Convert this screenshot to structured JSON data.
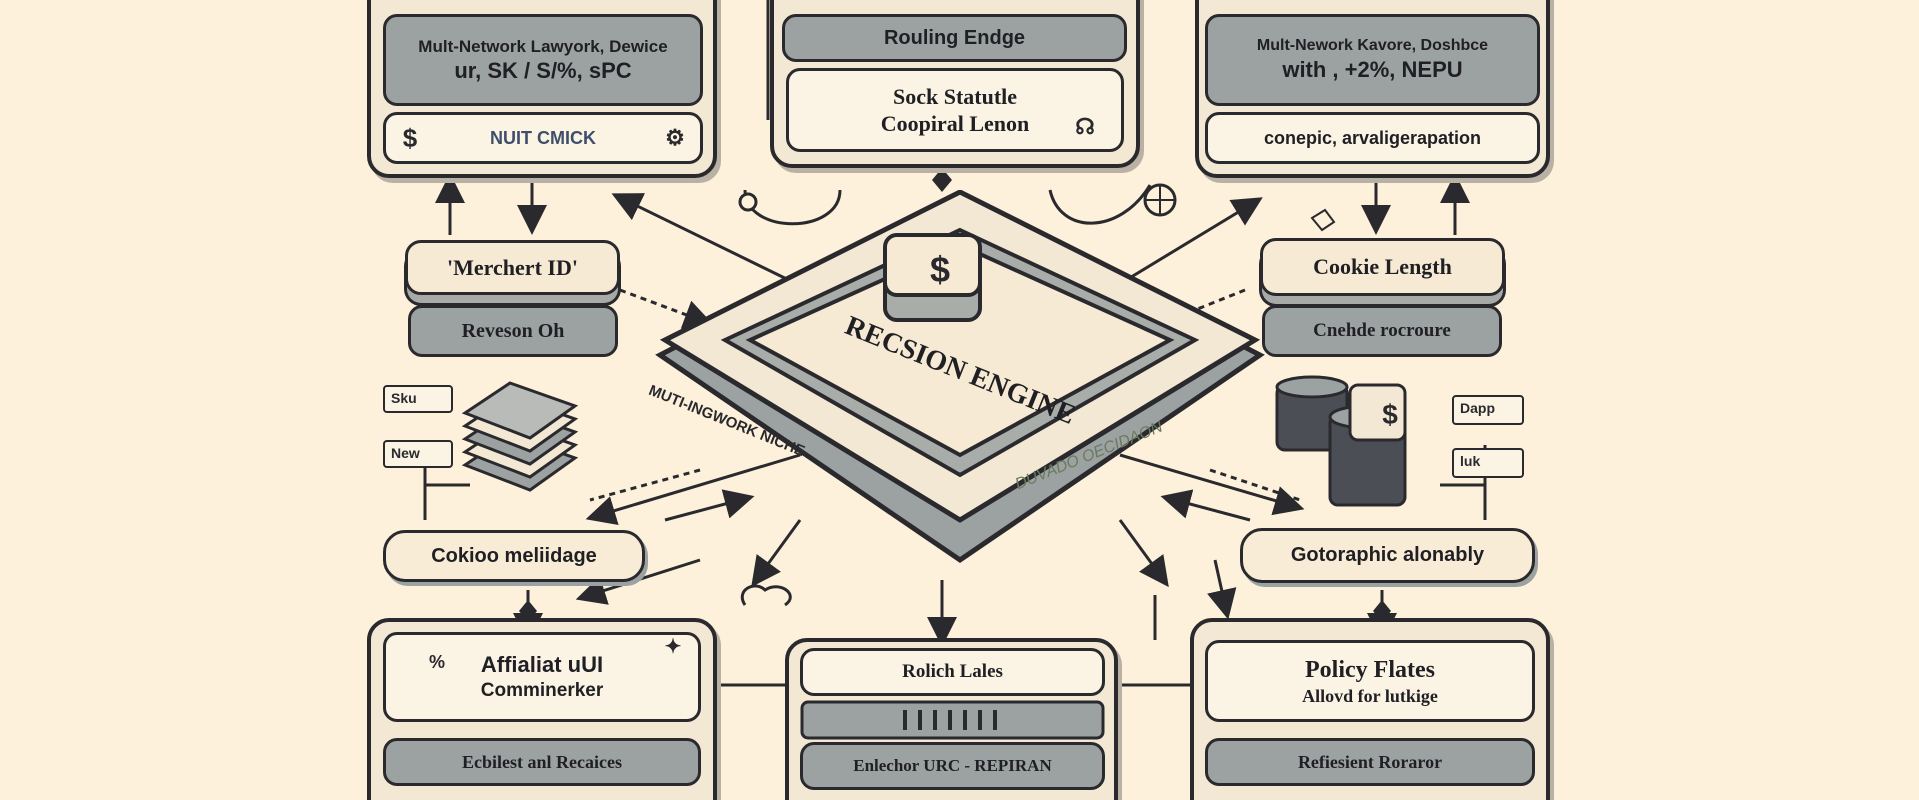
{
  "center": {
    "title": "RECSION ENGINE",
    "ring_left": "MUTI-INGWORK NICHE",
    "ring_right": "DUVADO OECIDAON"
  },
  "top_left": {
    "line1": "Mult-Network Lawyork, Dewice",
    "line2": "ur, SK / S/%, sPC",
    "bottom": "NUIT CMICK"
  },
  "top_center": {
    "header": "Rouling Endge",
    "line1": "Sock Statutle",
    "line2": "Coopiral Lenon"
  },
  "top_right": {
    "line1": "Mult-Nework Kavore, Doshbce",
    "line2": "with , +2%, NEPU",
    "bottom": "conepic, arvaligerapation"
  },
  "left_stack": {
    "top": "'Merchert ID'",
    "bottom": "Reveson Oh"
  },
  "right_stack": {
    "top": "Cookie Length",
    "bottom": "Cnehde rocroure"
  },
  "left_tags": {
    "a": "Sku",
    "b": "New"
  },
  "right_tags": {
    "a": "Dapp",
    "b": "luk"
  },
  "left_pill": "Cokioo meliidage",
  "right_pill": "Gotoraphic alonably",
  "bottom_left": {
    "line1": "Affialiat uUI",
    "line2": "Comminerker",
    "bottom": "Ecbilest anl Recaices"
  },
  "bottom_center": {
    "header": "Rolich Lales",
    "bottom": "Enlechor URC - REPIRAN"
  },
  "bottom_right": {
    "line1": "Policy Flates",
    "line2": "Allovd for lutkige",
    "bottom": "Refiesient Roraror"
  },
  "icons": {
    "dollar": "$",
    "percent": "%"
  },
  "colors": {
    "background": "#fdf1dc",
    "ink": "#2a2a2e",
    "gray_fill": "#9ca2a1",
    "cream_fill": "#f3e8d3"
  }
}
